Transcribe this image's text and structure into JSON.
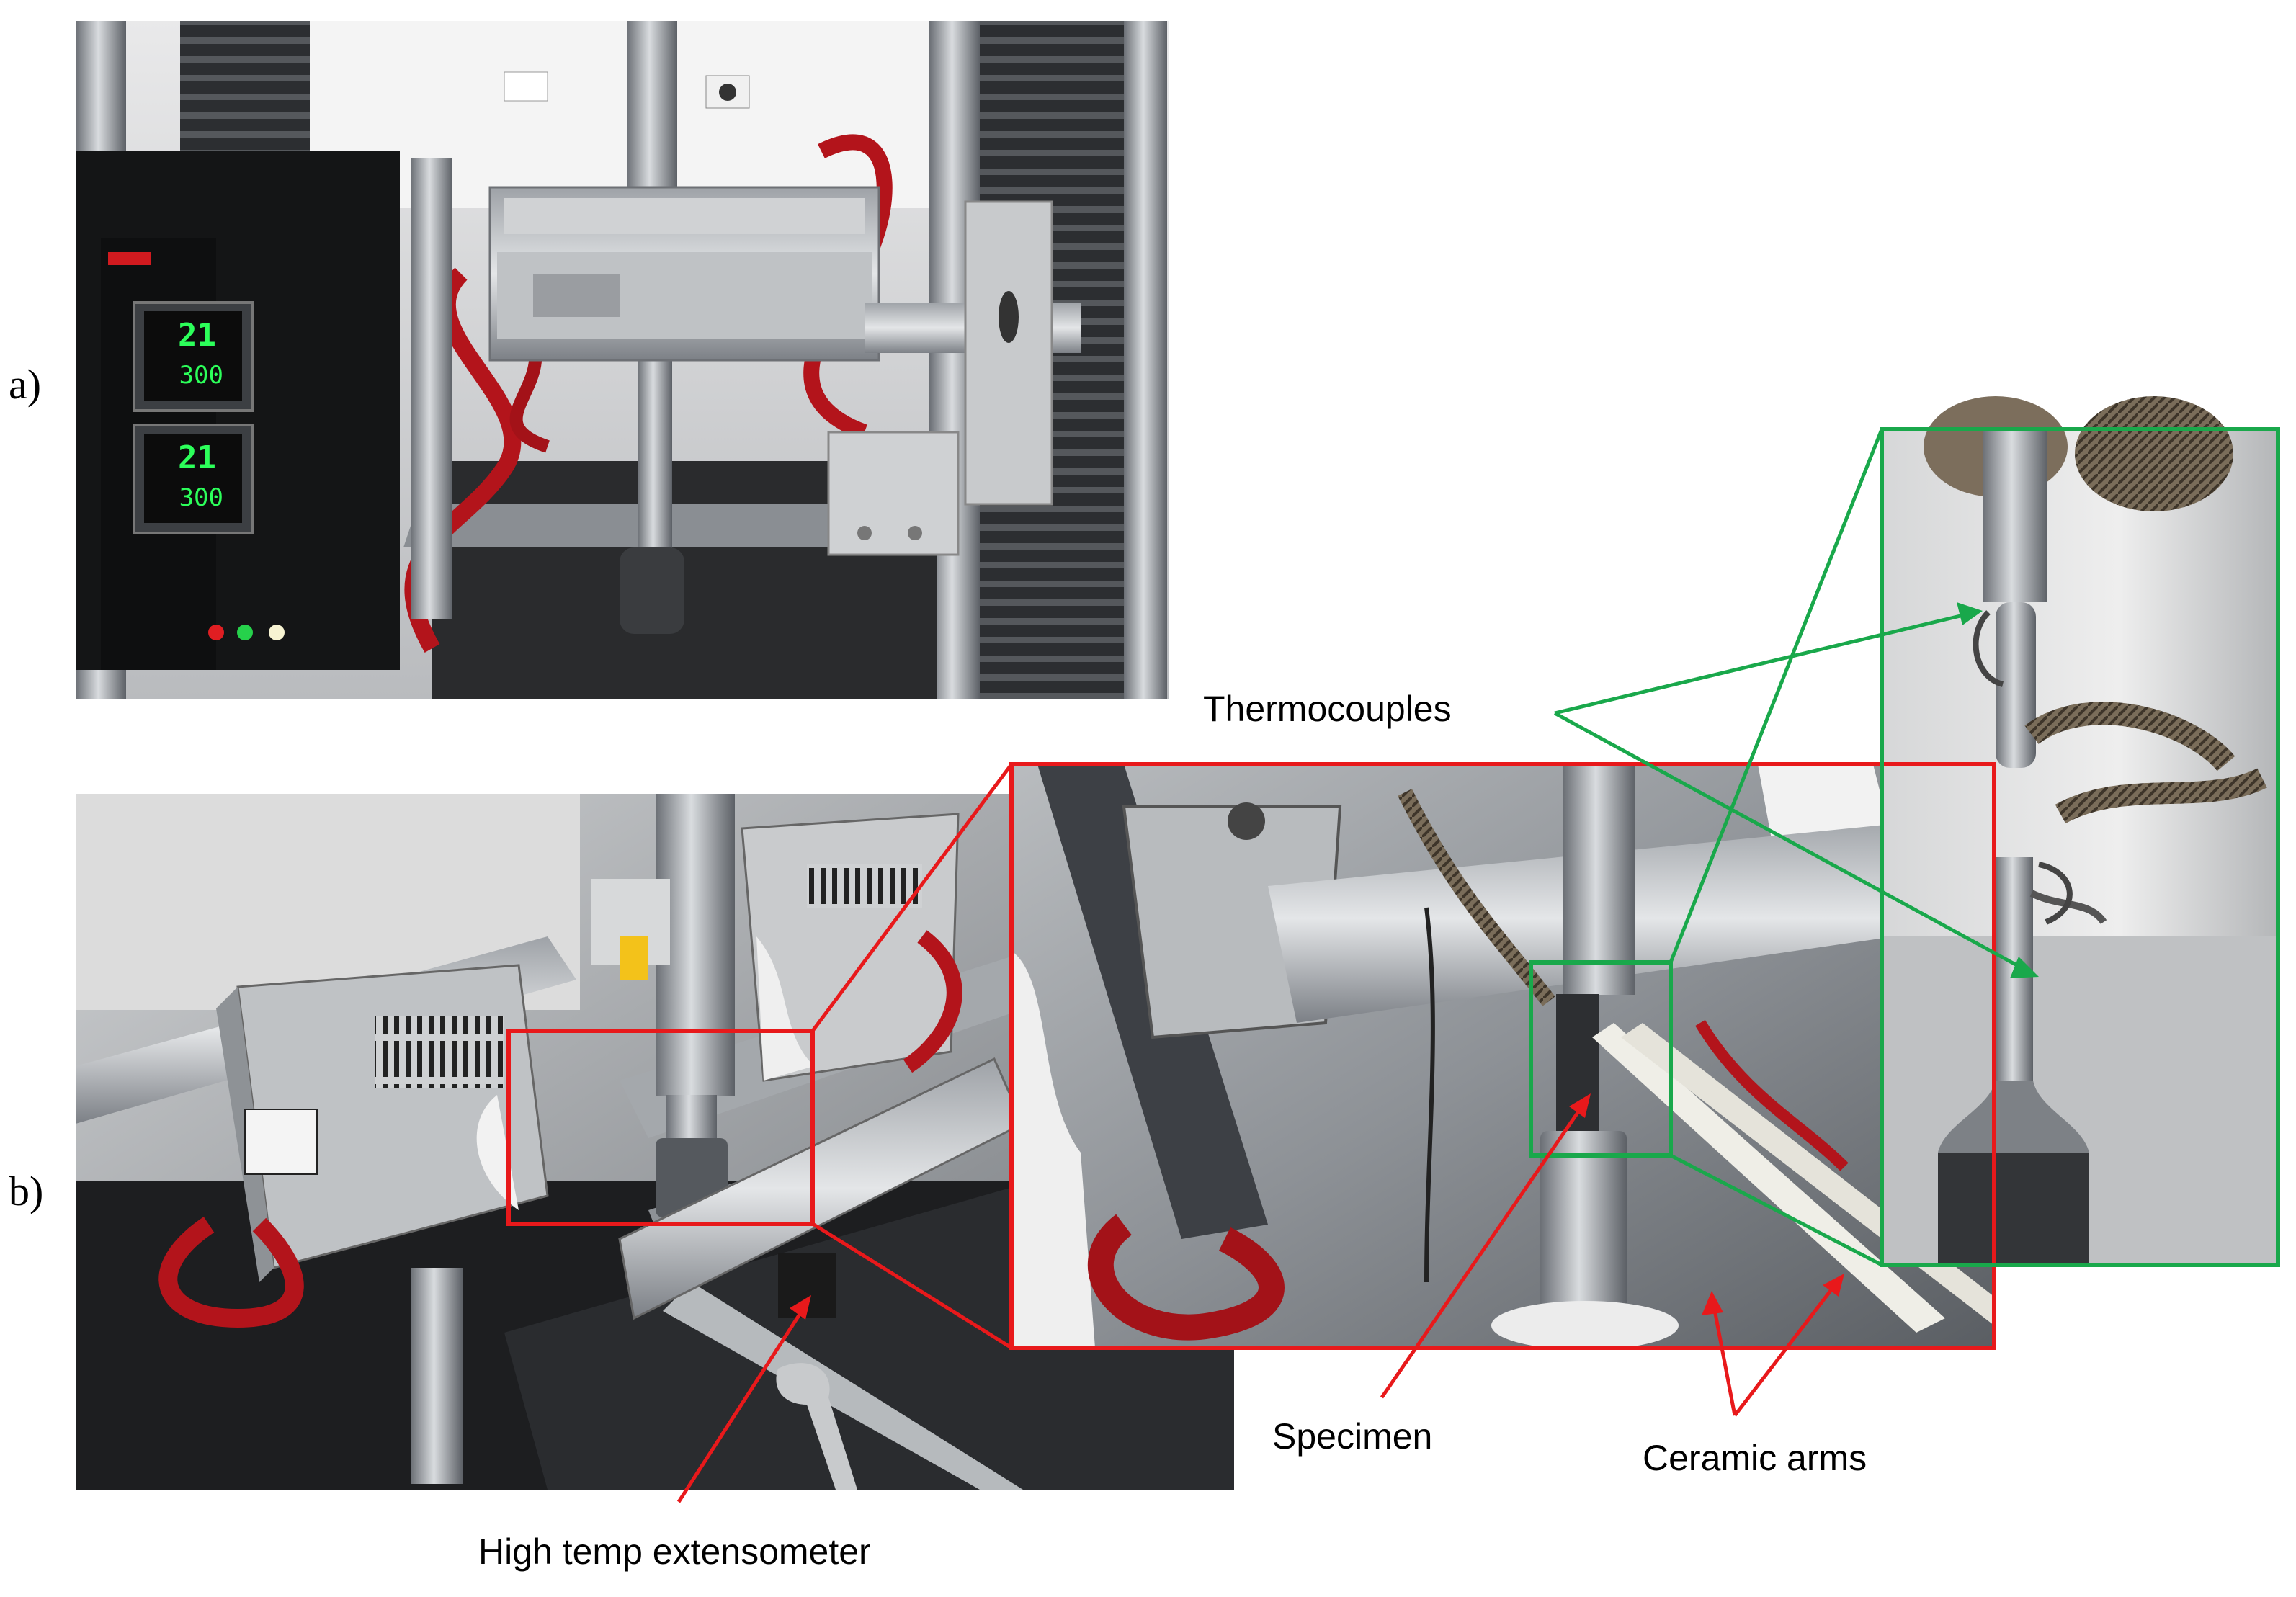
{
  "figure": {
    "panel_labels": [
      "a)",
      "b)"
    ],
    "callouts": {
      "thermocouples": "Thermocouples",
      "specimen": "Specimen",
      "ceramic_arms": "Ceramic arms",
      "extensometer": "High temp extensometer"
    },
    "controller_display": {
      "upper_readout": [
        "21",
        "300"
      ],
      "lower_readout": [
        "21",
        "300"
      ]
    },
    "colors": {
      "red_frame": "#e8191b",
      "green_frame": "#19a84b",
      "display_green": "#2cff5a",
      "furnace_metal": "#c7c8ca",
      "cable_red": "#b3141b"
    }
  }
}
